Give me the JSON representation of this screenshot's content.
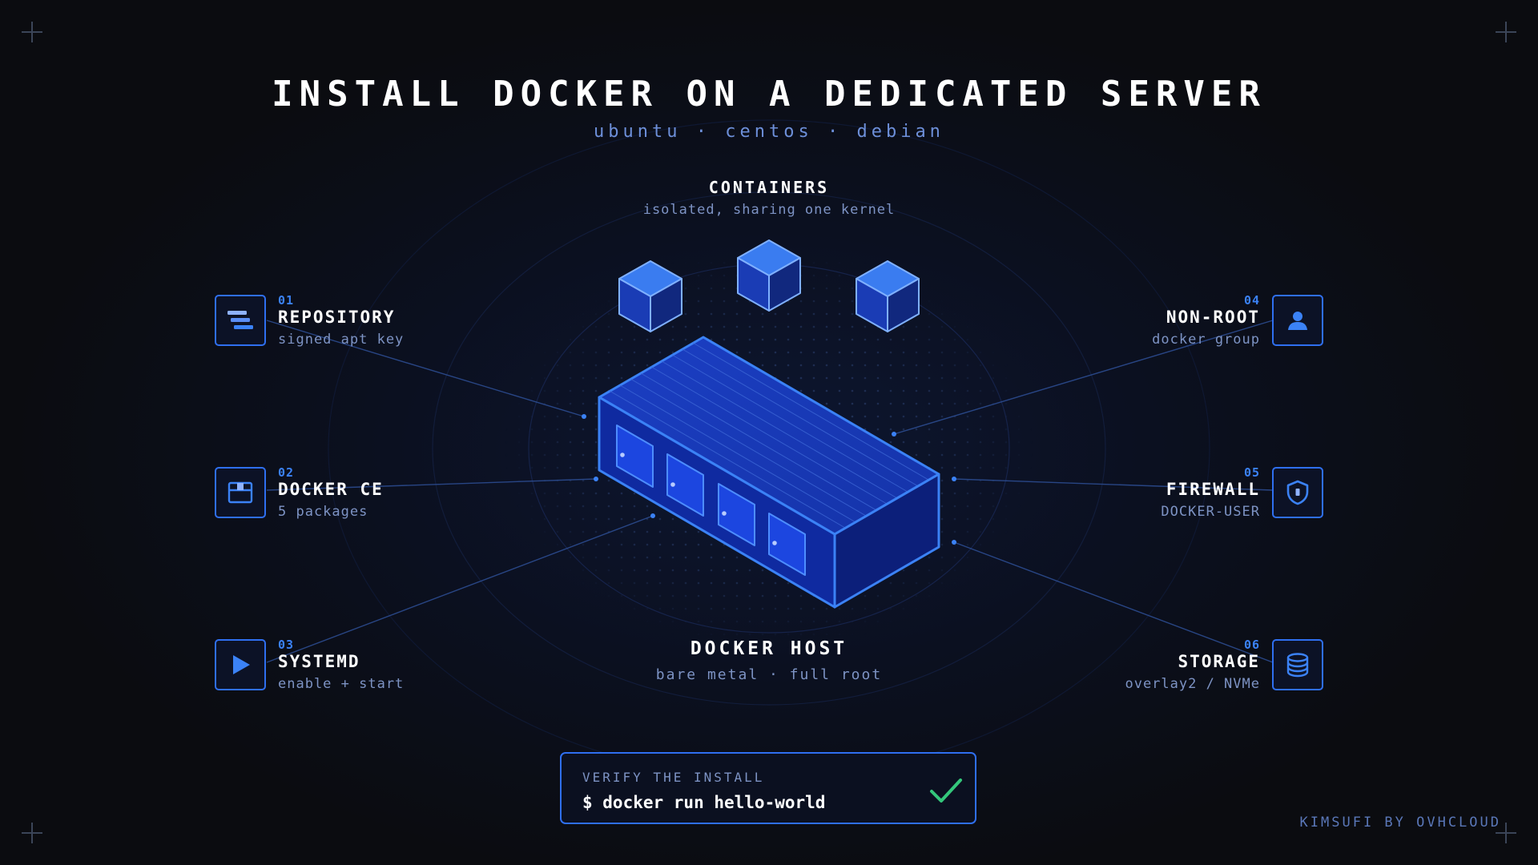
{
  "title": "INSTALL DOCKER ON A DEDICATED SERVER",
  "subtitle": "ubuntu · centos · debian",
  "containers": {
    "title": "CONTAINERS",
    "subtitle": "isolated, sharing one kernel"
  },
  "host": {
    "title": "DOCKER HOST",
    "subtitle": "bare metal · full root"
  },
  "features_left": [
    {
      "num": "01",
      "title": "REPOSITORY",
      "sub": "signed apt key",
      "icon": "repository-stack-icon"
    },
    {
      "num": "02",
      "title": "DOCKER CE",
      "sub": "5 packages",
      "icon": "package-box-icon"
    },
    {
      "num": "03",
      "title": "SYSTEMD",
      "sub": "enable + start",
      "icon": "play-icon"
    }
  ],
  "features_right": [
    {
      "num": "04",
      "title": "NON-ROOT",
      "sub": "docker group",
      "icon": "user-icon"
    },
    {
      "num": "05",
      "title": "FIREWALL",
      "sub": "DOCKER-USER",
      "icon": "shield-icon"
    },
    {
      "num": "06",
      "title": "STORAGE",
      "sub": "overlay2 / NVMe",
      "icon": "database-icon"
    }
  ],
  "verify": {
    "label": "VERIFY THE INSTALL",
    "command": "$ docker run hello-world",
    "icon": "checkmark-icon"
  },
  "brand": "KIMSUFI BY OVHCLOUD",
  "colors": {
    "background": "#0b0c10",
    "accent": "#2f6ff0",
    "accent_light": "#3b82f6",
    "muted_text": "#7d93c4",
    "success": "#34c77b"
  }
}
